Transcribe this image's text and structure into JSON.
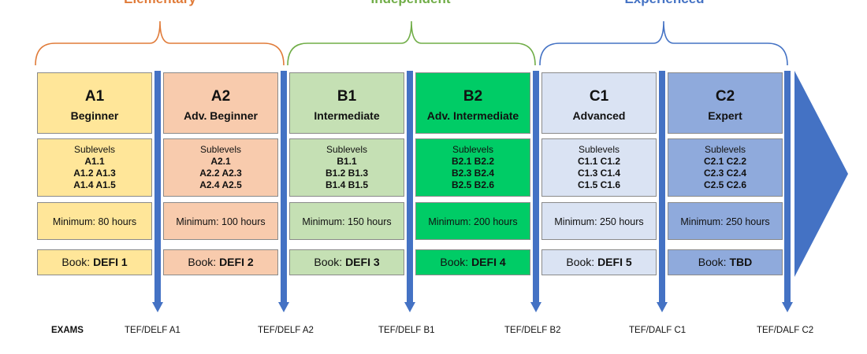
{
  "groups": [
    {
      "title": "Elementary",
      "color": "#E07B39"
    },
    {
      "title": "Independent",
      "color": "#70AD47"
    },
    {
      "title": "Experienced",
      "color": "#4472C4"
    }
  ],
  "levels": [
    {
      "code": "A1",
      "name": "Beginner",
      "fill": "#FFE699",
      "sublevels_title": "Sublevels",
      "sublevels": [
        "A1.1",
        "A1.2 A1.3",
        "A1.4 A1.5"
      ],
      "minimum": "Minimum:  80 hours",
      "book_prefix": "Book: ",
      "book": "DEFI 1"
    },
    {
      "code": "A2",
      "name": "Adv. Beginner",
      "fill": "#F8CBAD",
      "sublevels_title": "Sublevels",
      "sublevels": [
        "A2.1",
        "A2.2 A2.3",
        "A2.4 A2.5"
      ],
      "minimum": "Minimum:  100 hours",
      "book_prefix": "Book: ",
      "book": "DEFI 2"
    },
    {
      "code": "B1",
      "name": "Intermediate",
      "fill": "#C5E0B4",
      "sublevels_title": "Sublevels",
      "sublevels": [
        "B1.1",
        "B1.2 B1.3",
        "B1.4 B1.5"
      ],
      "minimum": "Minimum:  150 hours",
      "book_prefix": "Book: ",
      "book": "DEFI 3"
    },
    {
      "code": "B2",
      "name": "Adv. Intermediate",
      "fill": "#00CC66",
      "sublevels_title": "Sublevels",
      "sublevels": [
        "B2.1 B2.2",
        "B2.3 B2.4",
        "B2.5 B2.6"
      ],
      "minimum": "Minimum:  200 hours",
      "book_prefix": "Book: ",
      "book": "DEFI 4"
    },
    {
      "code": "C1",
      "name": "Advanced",
      "fill": "#DAE3F3",
      "sublevels_title": "Sublevels",
      "sublevels": [
        "C1.1 C1.2",
        "C1.3 C1.4",
        "C1.5 C1.6"
      ],
      "minimum": "Minimum:  250 hours",
      "book_prefix": "Book: ",
      "book": "DEFI 5"
    },
    {
      "code": "C2",
      "name": "Expert",
      "fill": "#8FAADC",
      "sublevels_title": "Sublevels",
      "sublevels": [
        "C2.1 C2.2",
        "C2.3 C2.4",
        "C2.5 C2.6"
      ],
      "minimum": "Minimum:  250 hours",
      "book_prefix": "Book: ",
      "book": "TBD"
    }
  ],
  "exams": {
    "heading": "EXAMS",
    "items": [
      "TEF/DELF A1",
      "TEF/DELF A2",
      "TEF/DELF B1",
      "TEF/DELF B2",
      "TEF/DALF C1",
      "TEF/DALF C2"
    ]
  },
  "colors": {
    "arrow": "#4472C4",
    "border": "#8a8a8a"
  }
}
